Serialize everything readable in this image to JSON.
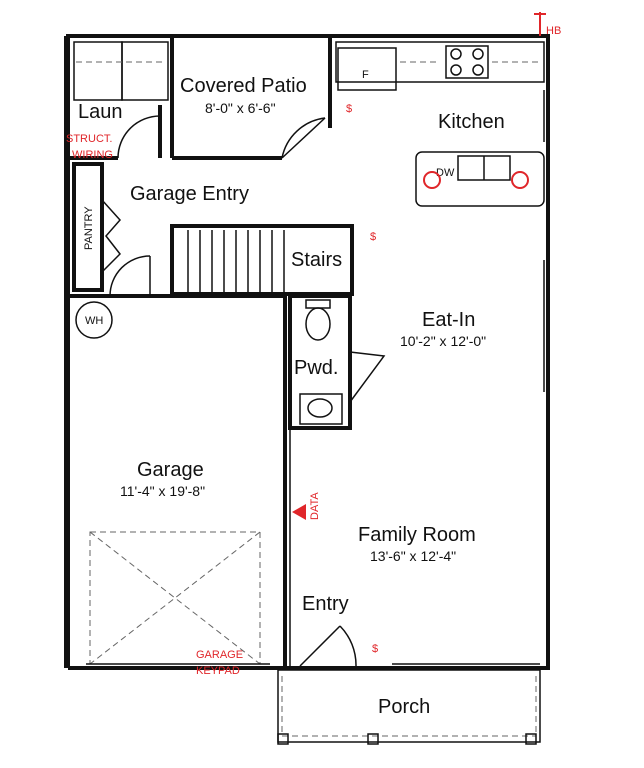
{
  "rooms": {
    "laundry": {
      "name": "Laun"
    },
    "covered_patio": {
      "name": "Covered Patio",
      "dims": "8'-0\" x 6'-6\""
    },
    "kitchen": {
      "name": "Kitchen"
    },
    "garage_entry": {
      "name": "Garage Entry"
    },
    "pantry": {
      "name": "PANTRY"
    },
    "stairs": {
      "name": "Stairs"
    },
    "eat_in": {
      "name": "Eat-In",
      "dims": "10'-2\" x 12'-0\""
    },
    "powder": {
      "name": "Pwd."
    },
    "garage": {
      "name": "Garage",
      "dims": "11'-4\" x 19'-8\""
    },
    "family_room": {
      "name": "Family Room",
      "dims": "13'-6\" x 12'-4\""
    },
    "entry": {
      "name": "Entry"
    },
    "porch": {
      "name": "Porch"
    }
  },
  "fixtures": {
    "water_heater": "WH",
    "fridge": "F",
    "dishwasher": "DW"
  },
  "annotations": {
    "struct_wiring_1": "STRUCT.",
    "struct_wiring_2": "WIRING",
    "garage_keypad_1": "GARAGE",
    "garage_keypad_2": "KEYPAD",
    "data": "DATA",
    "hose_bib": "HB",
    "switch_symbol": "$"
  },
  "colors": {
    "annotation": "#e0262a",
    "walls": "#111111"
  }
}
